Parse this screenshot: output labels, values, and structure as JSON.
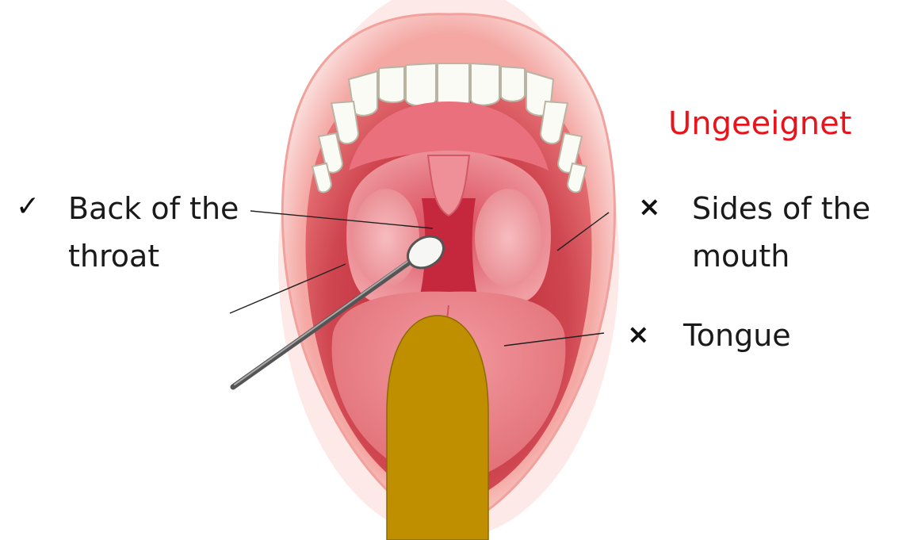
{
  "diagram": {
    "verdict": "Ungeeignet",
    "verdict_color": "#e8141c",
    "callouts": [
      {
        "mark": "✓",
        "mark_name": "check-icon",
        "lines": [
          "Back of the",
          "throat"
        ]
      },
      {
        "mark": "×",
        "mark_name": "cross-icon",
        "lines": [
          "Sides of the",
          "mouth"
        ]
      },
      {
        "mark": "×",
        "mark_name": "cross-icon",
        "lines": [
          "Tongue"
        ]
      }
    ],
    "colors": {
      "swab_stick": "#bf8f00",
      "lips": "#e88c8a",
      "mouth_interior": "#c7343e",
      "tongue": "#e97f84"
    }
  }
}
